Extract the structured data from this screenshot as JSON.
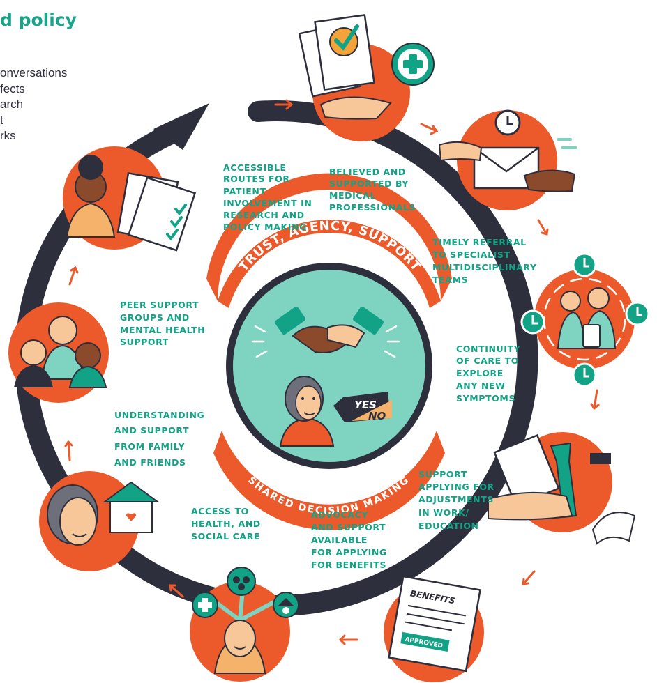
{
  "heading": "d policy",
  "intro_lines": [
    "onversations",
    "fects",
    "arch",
    "t",
    "rks"
  ],
  "center": {
    "top_banner": "TRUST, AGENCY, SUPPORT",
    "bottom_banner": "SHARED DECISION MAKING",
    "yes_label": "YES",
    "no_label": "NO"
  },
  "labels": {
    "believed": [
      "BELIEVED AND",
      "SUPPORTED BY",
      "MEDICAL",
      "PROFESSIONALS"
    ],
    "accessible": [
      "ACCESSIBLE",
      "ROUTES FOR",
      "PATIENT",
      "INVOLVEMENT IN",
      "RESEARCH AND",
      "POLICY MAKING"
    ],
    "referral": [
      "TIMELY REFERRAL",
      "TO SPECIALIST",
      "MULTIDISCIPLINARY",
      "TEAMS"
    ],
    "continuity": [
      "CONTINUITY",
      "OF CARE TO",
      "EXPLORE",
      "ANY NEW",
      "SYMPTOMS"
    ],
    "peer": [
      "PEER SUPPORT",
      "GROUPS AND",
      "MENTAL HEALTH",
      "SUPPORT"
    ],
    "family": [
      "UNDERSTANDING",
      "AND SUPPORT",
      "FROM FAMILY",
      "AND FRIENDS"
    ],
    "adjustments": [
      "SUPPORT",
      "APPLYING FOR",
      "ADJUSTMENTS",
      "IN WORK/",
      "EDUCATION"
    ],
    "care": [
      "ACCESS TO",
      "HEALTH, AND",
      "SOCIAL CARE"
    ],
    "advocacy": [
      "ADVOCACY",
      "AND SUPPORT",
      "AVAILABLE",
      "FOR APPLYING",
      "FOR BENEFITS"
    ]
  },
  "benefits_doc": {
    "title": "BENEFITS",
    "stamp": "APPROVED"
  },
  "colors": {
    "orange": "#ec5a2b",
    "teal": "#12a386",
    "mint": "#7fd4c1",
    "navy": "#2e2f3d",
    "skin_dark": "#8a4a2b",
    "skin_light": "#f7c79a"
  },
  "icons": [
    "plus-badge-icon",
    "clock-icon",
    "handshake-icon",
    "house-heart-icon",
    "people-group-icon",
    "wrench-icon",
    "book-icon",
    "envelope-icon"
  ]
}
